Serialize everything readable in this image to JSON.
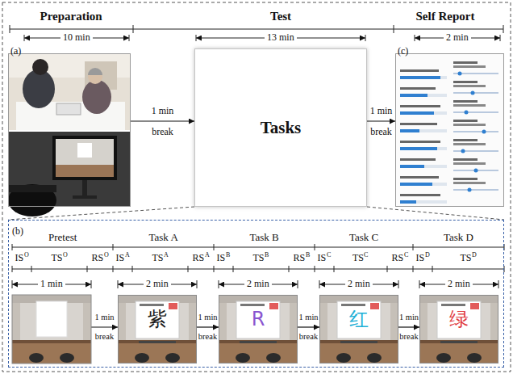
{
  "diagram": {
    "nodes": [
      {
        "text": [
          "(a)"
        ]
      },
      {
        "text": [
          "Tasks"
        ]
      },
      {
        "text": [
          "(c)"
        ]
      },
      {
        "text": [
          "(b)"
        ]
      },
      {
        "text": [
          "紫"
        ],
        "in": 3
      },
      {
        "text": [
          "R"
        ],
        "in": 3
      },
      {
        "text": [
          "红"
        ],
        "in": 3
      },
      {
        "text": [
          "绿"
        ],
        "in": 3
      }
    ],
    "edges": [
      {
        "from": 0,
        "to": 1,
        "arrow": "to",
        "label": "1 min break"
      },
      {
        "from": 1,
        "to": 2,
        "arrow": "to",
        "label": "1 min break"
      },
      {
        "from": 1,
        "to": 3,
        "arrow": "none"
      },
      {
        "from": 1,
        "to": 3,
        "arrow": "none"
      },
      {
        "from": 4,
        "to": 5,
        "arrow": "to",
        "label": "1 min break"
      },
      {
        "from": 5,
        "to": 6,
        "arrow": "to",
        "label": "1 min break"
      },
      {
        "from": 6,
        "to": 7,
        "arrow": "to",
        "label": "1 min break"
      }
    ],
    "labels": [
      "Preparation",
      "Test",
      "Self Report",
      "10 min",
      "13 min",
      "2 min",
      "Pretest",
      "Task A",
      "Task B",
      "Task C",
      "Task D",
      "IS",
      "O",
      "TS",
      "O",
      "RS",
      "O",
      "IS",
      "A",
      "TS",
      "A",
      "RS",
      "A",
      "IS",
      "B",
      "TS",
      "B",
      "RS",
      "B",
      "IS",
      "C",
      "TS",
      "C",
      "RS",
      "C",
      "IS",
      "D",
      "TS",
      "D",
      "1 min",
      "2 min",
      "2 min",
      "2 min",
      "2 min",
      "1 min break"
    ]
  }
}
